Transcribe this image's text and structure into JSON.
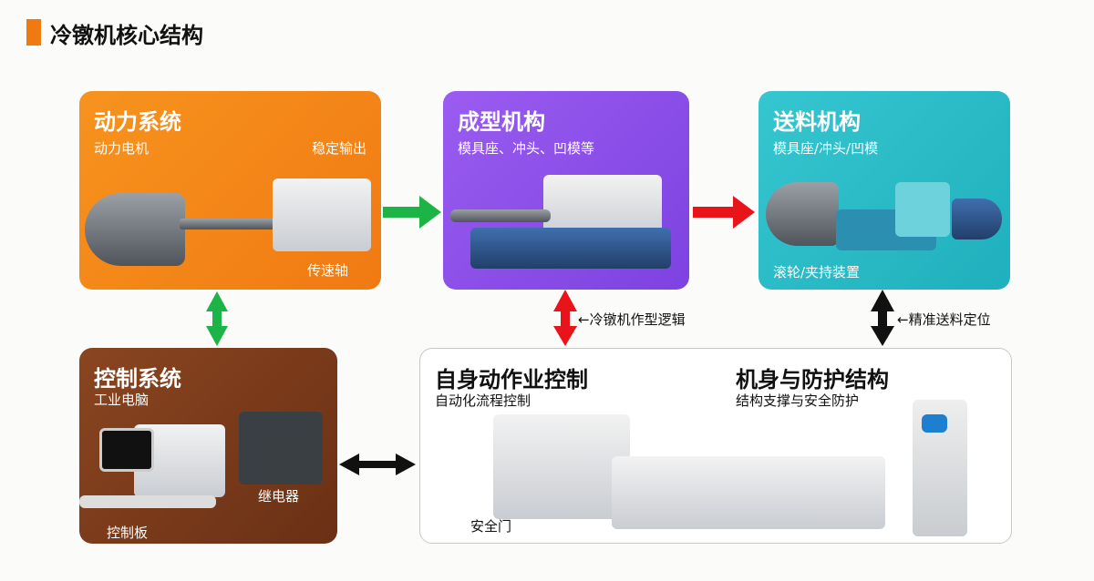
{
  "title": "冷镦机核心结构",
  "power": {
    "title": "动力系统",
    "motor": "动力电机",
    "output": "稳定输出",
    "shaft": "传速轴"
  },
  "forming": {
    "title": "成型机构",
    "sub": "模具座、冲头、凹模等"
  },
  "feeding": {
    "title": "送料机构",
    "sub": "模具座/冲头/凹模",
    "rollers": "滚轮/夹持装置"
  },
  "control": {
    "title": "控制系统",
    "pc": "工业电脑",
    "relay": "继电器",
    "panel": "控制板"
  },
  "auto": {
    "title": "自身动作业控制",
    "sub": "自动化流程控制",
    "door": "安全门"
  },
  "body": {
    "title": "机身与防护结构",
    "sub": "结构支撑与安全防护"
  },
  "connectors": {
    "forming_logic": "←冷镦机作型逻辑",
    "feed_position": "←精准送料定位"
  },
  "colors": {
    "power": "#f5841f",
    "forming": "#8b4fe6",
    "feeding": "#2bbcc8",
    "control": "#7a3a1a",
    "green": "#1db447",
    "red": "#e8141a",
    "black": "#111111"
  }
}
